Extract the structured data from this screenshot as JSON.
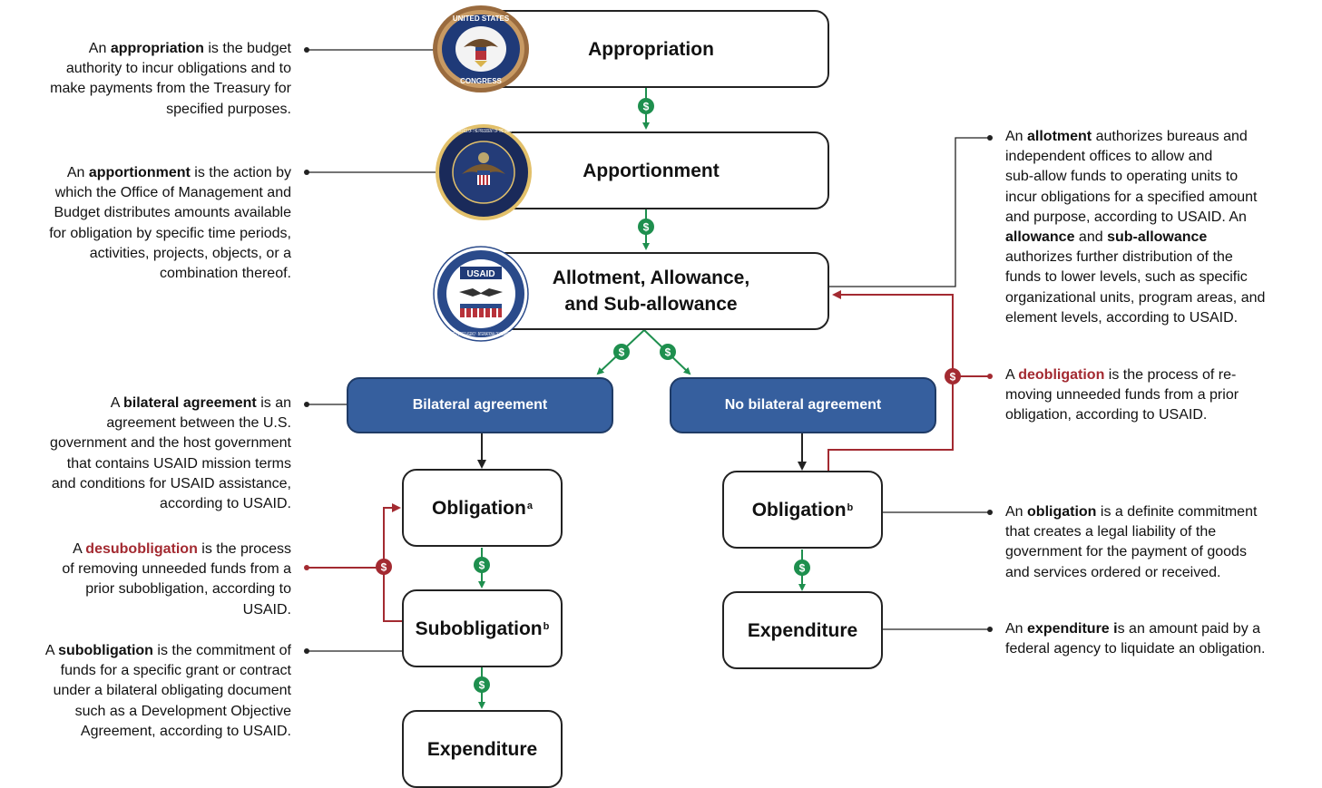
{
  "boxes": {
    "appropriation": "Appropriation",
    "apportionment": "Apportionment",
    "allotment_line1": "Allotment, Allowance,",
    "allotment_line2": "and Sub-allowance",
    "bilateral": "Bilateral agreement",
    "no_bilateral": "No bilateral agreement",
    "obligation": "Obligation",
    "obligation_sup_a": "a",
    "obligation_sup_b": "b",
    "subobligation": "Subobligation",
    "subobligation_sup": "b",
    "expenditure": "Expenditure"
  },
  "seals": {
    "congress_top": "UNITED STATES",
    "congress_bottom": "CONGRESS",
    "president": "EXECUTIVE OFFICE OF THE PRESIDENT OF THE UNITED STATES",
    "usaid_label": "USAID",
    "usaid_ring": "UNITED STATES AGENCY · INTERNATIONAL DEVELOPMENT"
  },
  "dollar_symbol": "$",
  "colors": {
    "green": "#1e8f4e",
    "red": "#a32a31",
    "blue": "#365f9e"
  },
  "annotations": {
    "appropriation": {
      "pre": "An ",
      "term": "appropriation",
      "post1": " is the budget",
      "line2": "authority to incur obligations and to",
      "line3": "make payments from the Treasury for",
      "line4": "specified purposes."
    },
    "apportionment": {
      "pre": "An ",
      "term": "apportionment",
      "post1": " is the action by",
      "line2": "which the Office of Management and",
      "line3": "Budget distributes amounts available",
      "line4": "for obligation by specific time periods,",
      "line5": "activities, projects, objects, or a",
      "line6": "combination thereof."
    },
    "bilateral": {
      "pre": "A ",
      "term": "bilateral agreement",
      "post1": " is an",
      "line2": "agreement between the U.S.",
      "line3": "government and the host government",
      "line4": "that contains USAID mission terms",
      "line5": "and conditions for USAID assistance,",
      "line6": "according to USAID."
    },
    "desubobligation": {
      "pre": "A ",
      "term": "desubobligation",
      "post1": " is the process",
      "line2": "of removing unneeded funds from a",
      "line3": "prior subobligation, according to",
      "line4": "USAID."
    },
    "subobligation": {
      "pre": "A ",
      "term": "subobligation",
      "post1": " is the commitment of",
      "line2": "funds for a specific grant or contract",
      "line3": "under a bilateral obligating document",
      "line4": "such as a Development Objective",
      "line5": "Agreement, according to USAID."
    },
    "allotment": {
      "pre": "An ",
      "term": "allotment",
      "post1": " authorizes bureaus and",
      "line2": "independent offices to allow and",
      "line3": "sub-allow funds to operating units to",
      "line4": "incur obligations for a specified amount",
      "line5": "and purpose, according to USAID. An",
      "term2": "allowance",
      "mid": " and ",
      "term3": "sub-allowance",
      "line7": "authorizes further distribution of the",
      "line8": "funds to lower levels, such as specific",
      "line9": "organizational units, program areas, and",
      "line10": "element levels, according to USAID."
    },
    "deobligation": {
      "pre": "A ",
      "term": "deobligation",
      "post1": " is the process of re-",
      "line2": "moving unneeded funds from a prior",
      "line3": "obligation, according to USAID."
    },
    "obligation": {
      "pre": "An ",
      "term": "obligation",
      "post1": " is a definite commitment",
      "line2": "that creates a legal liability of the",
      "line3": "government for the payment of goods",
      "line4": "and services ordered or received."
    },
    "expenditure": {
      "pre": "An ",
      "term": "expenditure i",
      "post1": "s an amount paid by a",
      "line2": "federal agency to liquidate an obligation."
    }
  }
}
